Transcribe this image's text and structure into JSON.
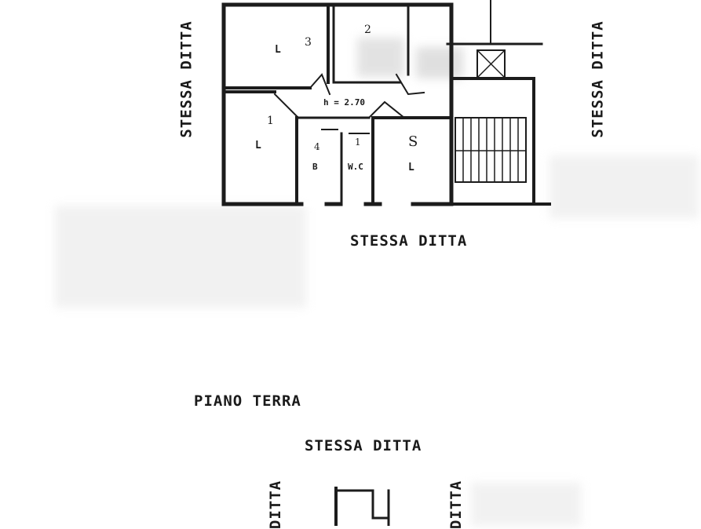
{
  "labels": {
    "stessa_ditta": "STESSA DITTA",
    "stessa_ditta_partial": "DITTA",
    "piano_terra": "PIANO TERRA",
    "height_note": "h = 2.70",
    "room_l": "L",
    "room_b": "B",
    "room_wc": "W.C",
    "hand_s": "S",
    "hand_1": "1",
    "hand_2": "2",
    "hand_3": "3",
    "hand_4": "4"
  }
}
